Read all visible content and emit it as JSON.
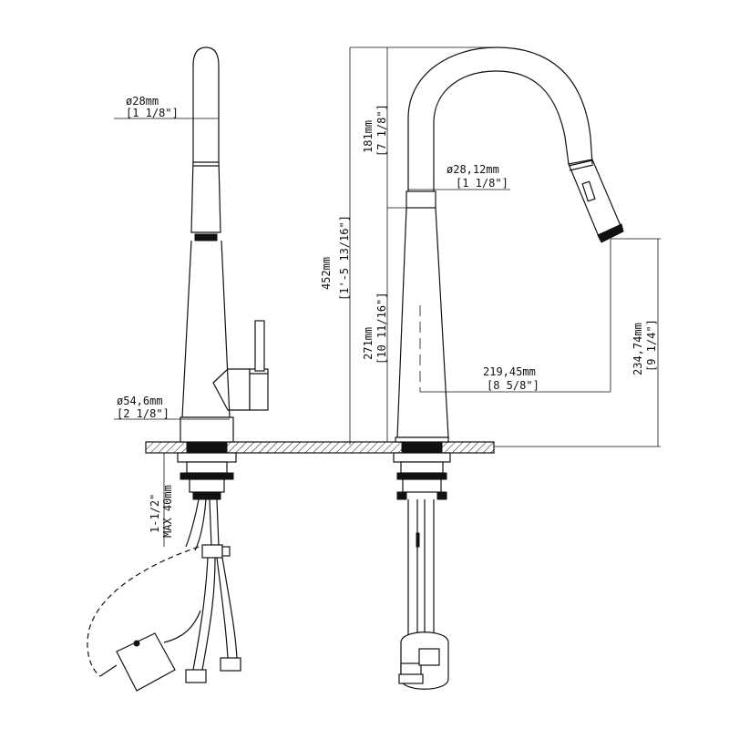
{
  "dimensions": {
    "spout_dia_mm": "ø28mm",
    "spout_dia_in": "[1 1/8\"]",
    "base_dia_mm": "ø54,6mm",
    "base_dia_in": "[2 1/8\"]",
    "deck_mm": "MAX 40mm",
    "deck_in": "1-1/2\"",
    "total_height_mm": "452mm",
    "total_height_in": "[1'-5 13/16\"]",
    "arc_height_mm": "181mm",
    "arc_height_in": "[7 1/8\"]",
    "body_height_mm": "271mm",
    "body_height_in": "[10 11/16\"]",
    "neck_dia_mm": "ø28,12mm",
    "neck_dia_in": "[1 1/8\"]",
    "reach_mm": "219,45mm",
    "reach_in": "[8 5/8\"]",
    "spout_height_mm": "234,74mm",
    "spout_height_in": "[9 1/4\"]"
  },
  "colors": {
    "line": "#111111",
    "background": "#ffffff"
  }
}
